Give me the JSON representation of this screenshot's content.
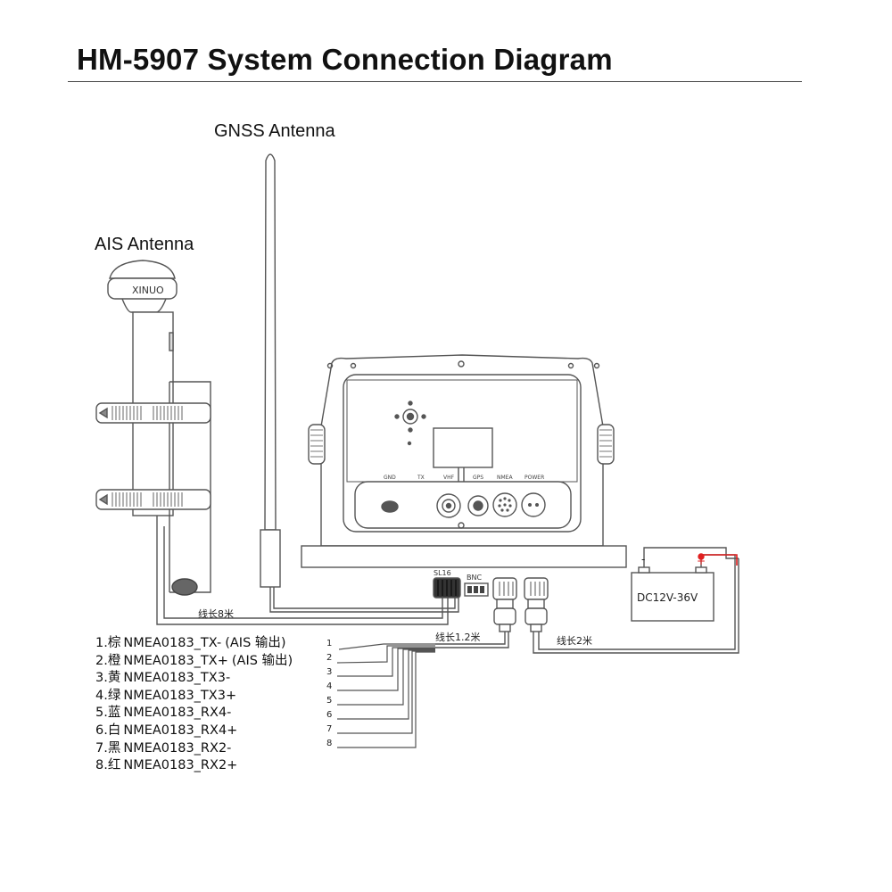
{
  "title": "HM-5907 System Connection Diagram",
  "labels": {
    "gnss_antenna": "GNSS Antenna",
    "ais_antenna": "AIS Antenna",
    "ais_brand": "XINUO",
    "cable_8m": "线长8米",
    "cable_1_2m": "线长1.2米",
    "cable_2m": "线长2米",
    "power_supply": "DC12V-36V",
    "battery_minus": "-",
    "battery_plus": "+",
    "sl16": "SL16",
    "bnc": "BNC"
  },
  "panel_ports": [
    "GND",
    "TX",
    "VHF",
    "GPS",
    "NMEA",
    "POWER"
  ],
  "wires": [
    {
      "num": "1.",
      "color": "棕",
      "signal": "NMEA0183_TX-",
      "note": "(AIS 输出)"
    },
    {
      "num": "2.",
      "color": "橙",
      "signal": "NMEA0183_TX+",
      "note": "(AIS 输出)"
    },
    {
      "num": "3.",
      "color": "黄",
      "signal": "NMEA0183_TX3-",
      "note": ""
    },
    {
      "num": "4.",
      "color": "绿",
      "signal": "NMEA0183_TX3+",
      "note": ""
    },
    {
      "num": "5.",
      "color": "蓝",
      "signal": "NMEA0183_RX4-",
      "note": ""
    },
    {
      "num": "6.",
      "color": "白",
      "signal": "NMEA0183_RX4+",
      "note": ""
    },
    {
      "num": "7.",
      "color": "黑",
      "signal": "NMEA0183_RX2-",
      "note": ""
    },
    {
      "num": "8.",
      "color": "红",
      "signal": "NMEA0183_RX2+",
      "note": ""
    }
  ],
  "pin_numbers": [
    "1",
    "2",
    "3",
    "4",
    "5",
    "6",
    "7",
    "8"
  ],
  "colors": {
    "power_positive": "#e02020",
    "line": "#555555"
  }
}
